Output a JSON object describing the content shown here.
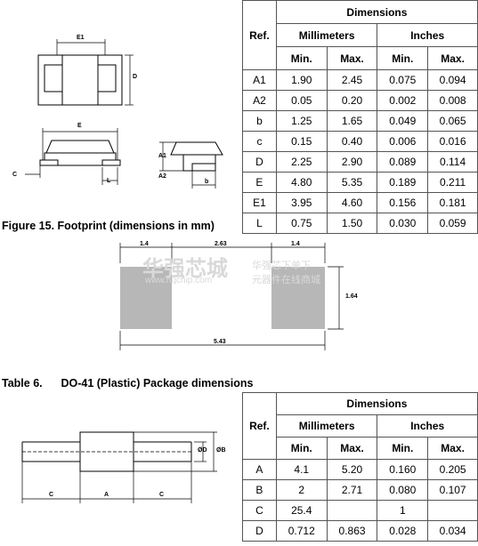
{
  "table1": {
    "ref_header": "Ref.",
    "dimensions_header": "Dimensions",
    "mm_header": "Millimeters",
    "in_header": "Inches",
    "min_label": "Min.",
    "max_label": "Max.",
    "rows": [
      {
        "ref": "A1",
        "mm_min": "1.90",
        "mm_max": "2.45",
        "in_min": "0.075",
        "in_max": "0.094"
      },
      {
        "ref": "A2",
        "mm_min": "0.05",
        "mm_max": "0.20",
        "in_min": "0.002",
        "in_max": "0.008"
      },
      {
        "ref": "b",
        "mm_min": "1.25",
        "mm_max": "1.65",
        "in_min": "0.049",
        "in_max": "0.065"
      },
      {
        "ref": "c",
        "mm_min": "0.15",
        "mm_max": "0.40",
        "in_min": "0.006",
        "in_max": "0.016"
      },
      {
        "ref": "D",
        "mm_min": "2.25",
        "mm_max": "2.90",
        "in_min": "0.089",
        "in_max": "0.114"
      },
      {
        "ref": "E",
        "mm_min": "4.80",
        "mm_max": "5.35",
        "in_min": "0.189",
        "in_max": "0.211"
      },
      {
        "ref": "E1",
        "mm_min": "3.95",
        "mm_max": "4.60",
        "in_min": "0.156",
        "in_max": "0.181"
      },
      {
        "ref": "L",
        "mm_min": "0.75",
        "mm_max": "1.50",
        "in_min": "0.030",
        "in_max": "0.059"
      }
    ]
  },
  "drawing1": {
    "label_e1": "E1",
    "label_d": "D",
    "label_e": "E",
    "label_c": "C",
    "label_l": "L",
    "label_a1": "A1",
    "label_a2": "A2",
    "label_b": "b"
  },
  "figure15": {
    "caption": "Figure 15.   Footprint (dimensions in mm)",
    "dim_left": "1.4",
    "dim_middle": "2.63",
    "dim_right": "1.4",
    "dim_height": "1.64",
    "dim_total": "5.43"
  },
  "watermark": {
    "brand": "华强芯城",
    "url": "www.hqchip.com",
    "slogan_1": "华强芯下单下",
    "slogan_2": "元器件在线商城"
  },
  "table6": {
    "caption": "Table 6.      DO-41 (Plastic) Package dimensions",
    "ref_header": "Ref.",
    "dimensions_header": "Dimensions",
    "mm_header": "Millimeters",
    "in_header": "Inches",
    "min_label": "Min.",
    "max_label": "Max.",
    "rows": [
      {
        "ref": "A",
        "mm_min": "4.1",
        "mm_max": "5.20",
        "in_min": "0.160",
        "in_max": "0.205"
      },
      {
        "ref": "B",
        "mm_min": "2",
        "mm_max": "2.71",
        "in_min": "0.080",
        "in_max": "0.107"
      },
      {
        "ref": "C",
        "mm_min": "25.4",
        "mm_max": "",
        "in_min": "1",
        "in_max": ""
      },
      {
        "ref": "D",
        "mm_min": "0.712",
        "mm_max": "0.863",
        "in_min": "0.028",
        "in_max": "0.034"
      }
    ]
  },
  "drawing2": {
    "label_od": "ØD",
    "label_ob": "ØB",
    "label_c_left": "C",
    "label_a": "A",
    "label_c_right": "C"
  }
}
